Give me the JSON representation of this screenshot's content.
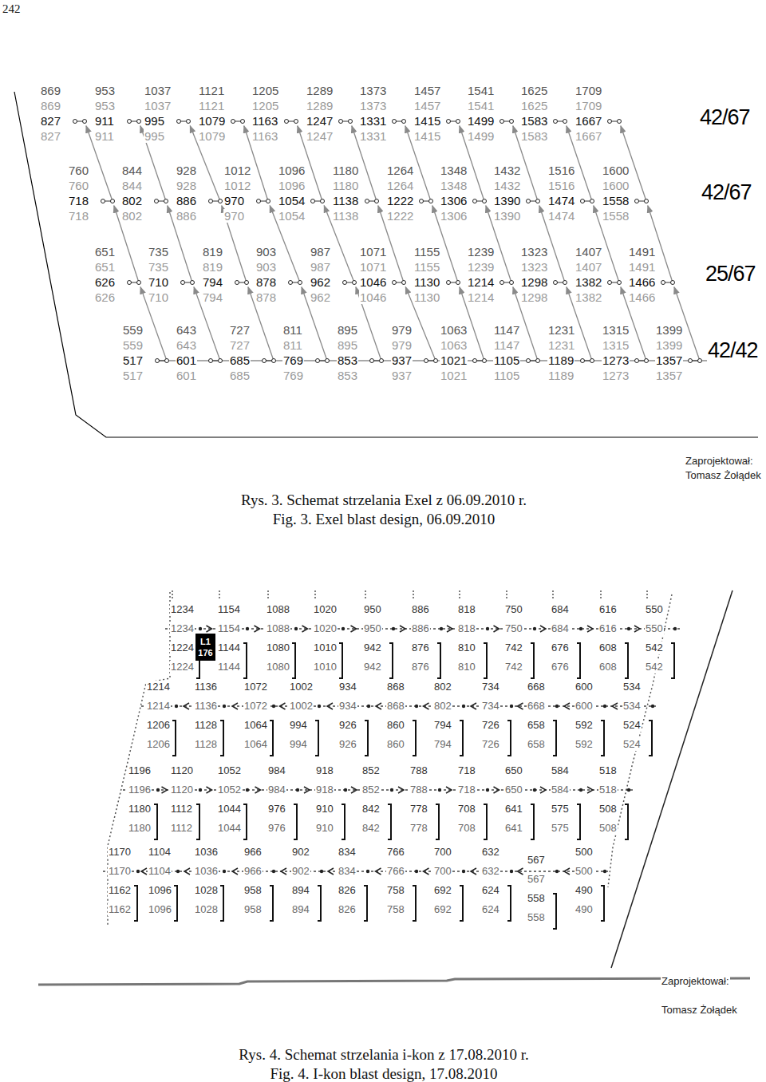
{
  "diagram": {
    "nodes": [
      {
        "text": [
          "L1",
          "176"
        ]
      }
    ],
    "labels": [
      "242",
      "869",
      "869",
      "827",
      "827",
      "953",
      "953",
      "911",
      "911",
      "1037",
      "1037",
      "995",
      "995",
      "1121",
      "1121",
      "1079",
      "1079",
      "1205",
      "1205",
      "1163",
      "1163",
      "1289",
      "1289",
      "1247",
      "1247",
      "1373",
      "1373",
      "1331",
      "1331",
      "1457",
      "1457",
      "1415",
      "1415",
      "1541",
      "1541",
      "1499",
      "1499",
      "1625",
      "1625",
      "1583",
      "1583",
      "1709",
      "1709",
      "1667",
      "1667",
      "760",
      "760",
      "718",
      "718",
      "844",
      "844",
      "802",
      "802",
      "928",
      "928",
      "886",
      "886",
      "1012",
      "1012",
      "970",
      "970",
      "1096",
      "1096",
      "1054",
      "1054",
      "1180",
      "1180",
      "1138",
      "1138",
      "1264",
      "1264",
      "1222",
      "1222",
      "1348",
      "1348",
      "1306",
      "1306",
      "1432",
      "1432",
      "1390",
      "1390",
      "1516",
      "1516",
      "1474",
      "1474",
      "1600",
      "1600",
      "1558",
      "1558",
      "651",
      "651",
      "626",
      "626",
      "735",
      "735",
      "710",
      "710",
      "819",
      "819",
      "794",
      "794",
      "903",
      "903",
      "878",
      "878",
      "987",
      "987",
      "962",
      "962",
      "1071",
      "1071",
      "1046",
      "1046",
      "1155",
      "1155",
      "1130",
      "1130",
      "1239",
      "1239",
      "1214",
      "1214",
      "1323",
      "1323",
      "1298",
      "1298",
      "1407",
      "1407",
      "1382",
      "1382",
      "1491",
      "1491",
      "1466",
      "1466",
      "559",
      "559",
      "517",
      "517",
      "643",
      "643",
      "601",
      "601",
      "727",
      "727",
      "685",
      "685",
      "811",
      "811",
      "769",
      "769",
      "895",
      "895",
      "853",
      "853",
      "979",
      "979",
      "937",
      "937",
      "1063",
      "1063",
      "1021",
      "1021",
      "1147",
      "1147",
      "1105",
      "1105",
      "1231",
      "1231",
      "1189",
      "1189",
      "1315",
      "1315",
      "1273",
      "1273",
      "1399",
      "1399",
      "1357",
      "1357",
      "42/67",
      "42/67",
      "25/67",
      "42/42",
      "Zaprojektował:",
      "Tomasz Żołądek",
      "Rys. 3. Schemat strzelania Exel z 06.09.2010 r.",
      "Fig. 3. Exel blast design, 06.09.2010",
      "1234",
      "1234",
      "1224",
      "1224",
      "1154",
      "1154",
      "1144",
      "1144",
      "1088",
      "1088",
      "1080",
      "1080",
      "1020",
      "1020",
      "1010",
      "1010",
      "950",
      "950",
      "942",
      "942",
      "886",
      "886",
      "876",
      "876",
      "818",
      "818",
      "810",
      "810",
      "750",
      "750",
      "742",
      "742",
      "684",
      "684",
      "676",
      "676",
      "616",
      "616",
      "608",
      "608",
      "550",
      "550",
      "542",
      "542",
      "1214",
      "1214",
      "1206",
      "1206",
      "1136",
      "1136",
      "1128",
      "1128",
      "1072",
      "1072",
      "1064",
      "1064",
      "1002",
      "1002",
      "994",
      "994",
      "934",
      "934",
      "926",
      "926",
      "868",
      "868",
      "860",
      "860",
      "802",
      "802",
      "794",
      "794",
      "734",
      "734",
      "726",
      "726",
      "668",
      "668",
      "658",
      "658",
      "600",
      "600",
      "592",
      "592",
      "534",
      "534",
      "524",
      "524",
      "1196",
      "1196",
      "1180",
      "1180",
      "1120",
      "1120",
      "1112",
      "1112",
      "1052",
      "1052",
      "1044",
      "1044",
      "984",
      "984",
      "976",
      "976",
      "918",
      "918",
      "910",
      "910",
      "852",
      "852",
      "842",
      "842",
      "788",
      "788",
      "778",
      "778",
      "718",
      "718",
      "708",
      "708",
      "650",
      "650",
      "641",
      "641",
      "584",
      "584",
      "575",
      "575",
      "518",
      "518",
      "508",
      "508",
      "1170",
      "1170",
      "1162",
      "1162",
      "1104",
      "1104",
      "1096",
      "1096",
      "1036",
      "1036",
      "1028",
      "1028",
      "966",
      "966",
      "958",
      "958",
      "902",
      "902",
      "894",
      "894",
      "834",
      "834",
      "826",
      "826",
      "766",
      "766",
      "758",
      "758",
      "700",
      "700",
      "692",
      "692",
      "632",
      "632",
      "624",
      "624",
      "567",
      "567",
      "558",
      "558",
      "500",
      "500",
      "490",
      "490",
      "Zaprojektował:",
      "Tomasz Żołądek",
      "Rys. 4. Schemat strzelania i-kon z 17.08.2010 r.",
      "Fig. 4. I-kon blast design, 17.08.2010"
    ]
  }
}
